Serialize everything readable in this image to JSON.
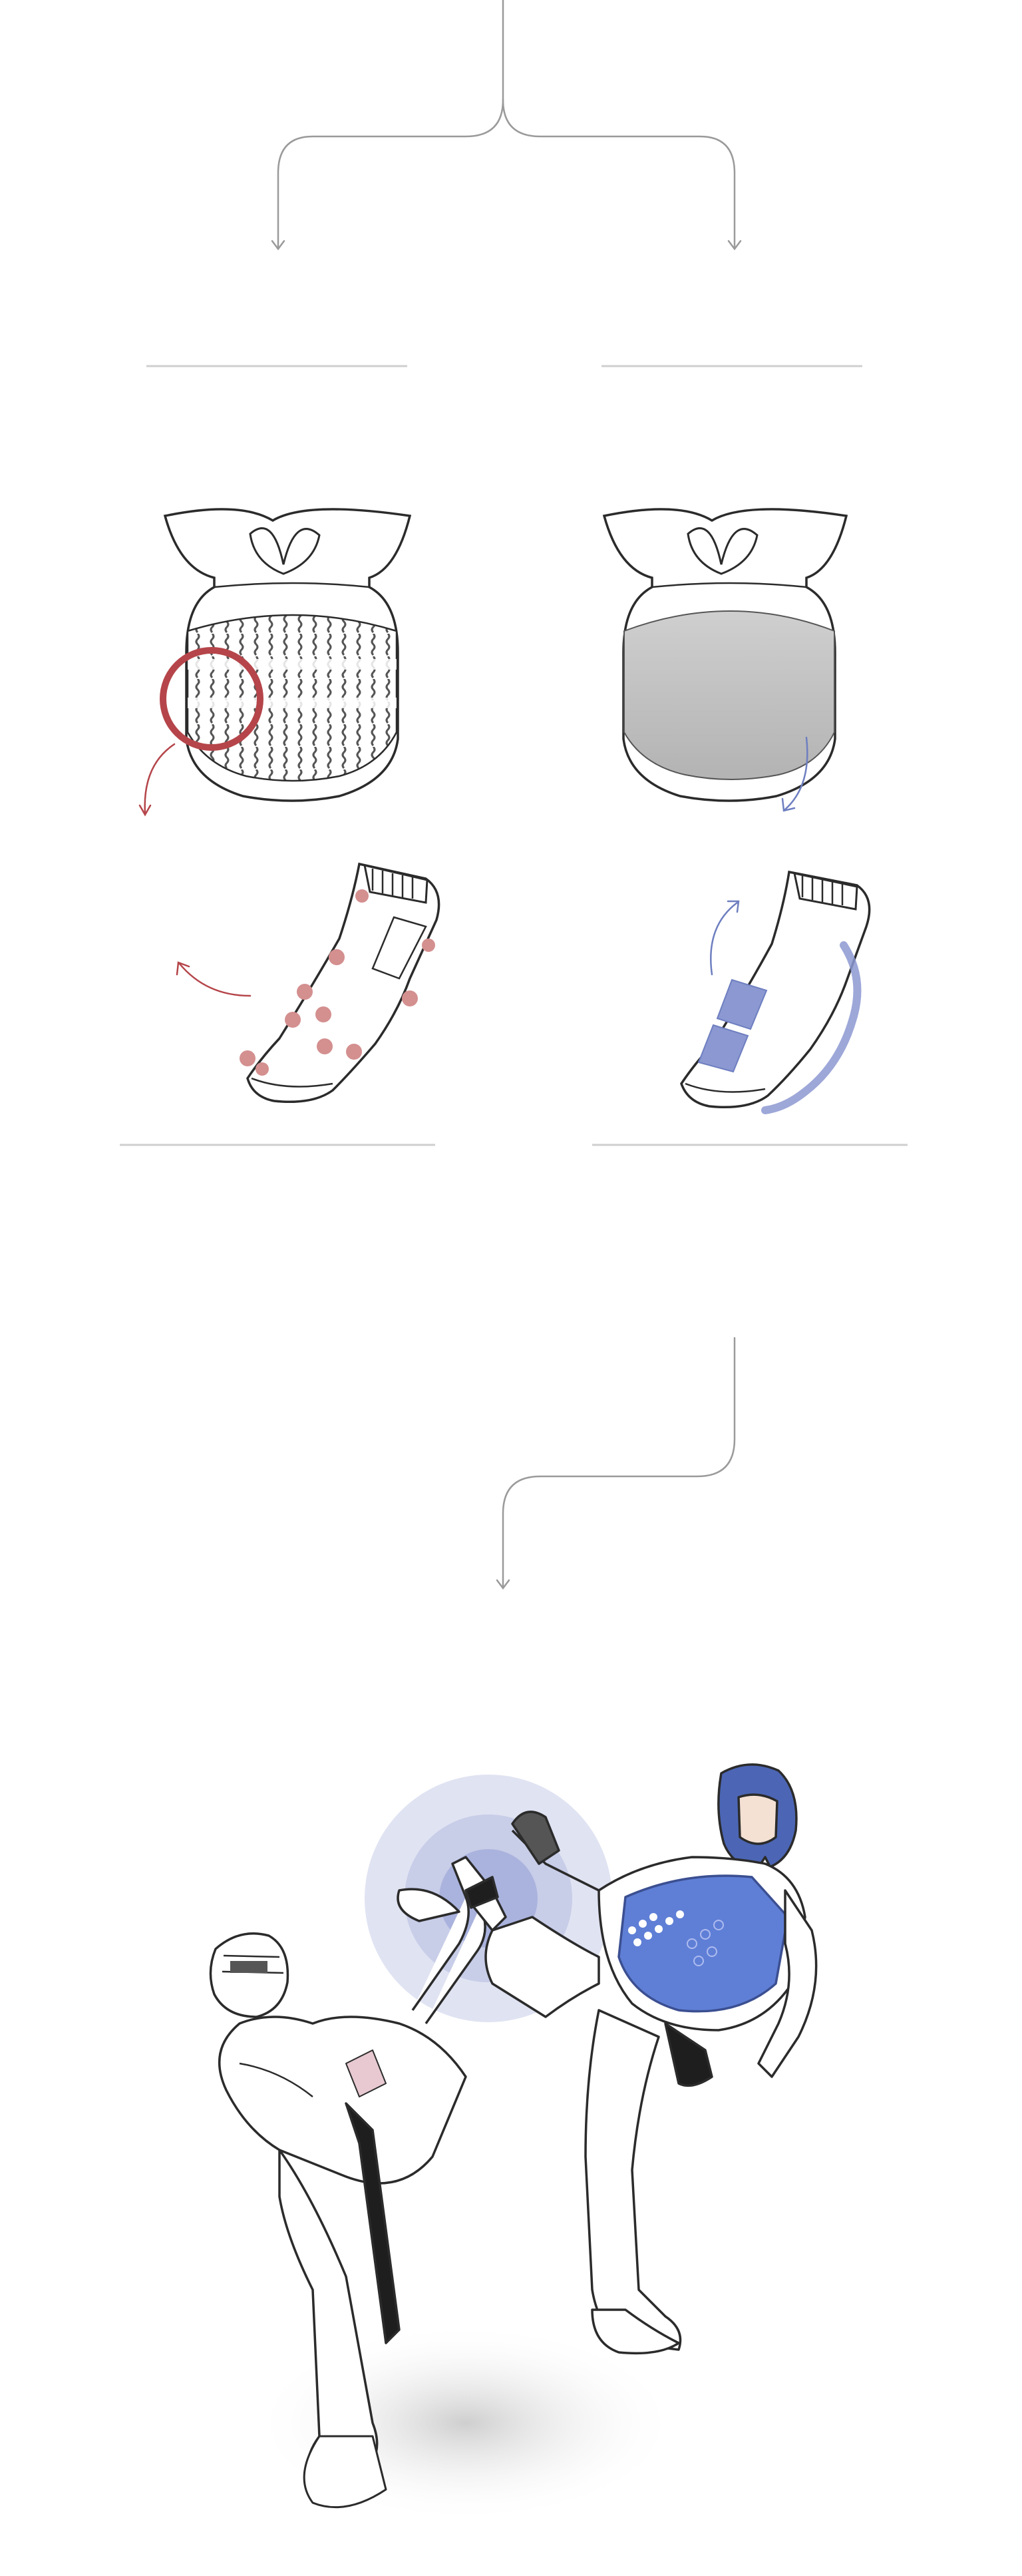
{
  "colors": {
    "background": "#ffffff",
    "connector": "#9a9a9a",
    "sketch": "#2b2b2b",
    "sensor_mesh": "#6b6b6b",
    "old_accent": "#b5454a",
    "old_dot": "#d48f8f",
    "new_accent": "#6e7fc0",
    "new_sensor": "#8c98d1",
    "vest_blue": "#5f7fd6",
    "impact_outer": "#e0e3f2",
    "impact_mid": "#c8cde8",
    "impact_inner": "#aab3dd",
    "shadow": "#d9d9d9"
  },
  "icons": [
    "branch-connector",
    "old-chest-protector-icon",
    "sensor-highlight-circle-icon",
    "old-foot-sensor-icon",
    "new-chest-protector-icon",
    "new-foot-sensor-icon",
    "merge-connector",
    "kicking-athletes-illustration",
    "impact-glow-icon"
  ],
  "columns": [
    {
      "id": "old-system",
      "accent": "#b5454a"
    },
    {
      "id": "new-system",
      "accent": "#6e7fc0"
    }
  ]
}
